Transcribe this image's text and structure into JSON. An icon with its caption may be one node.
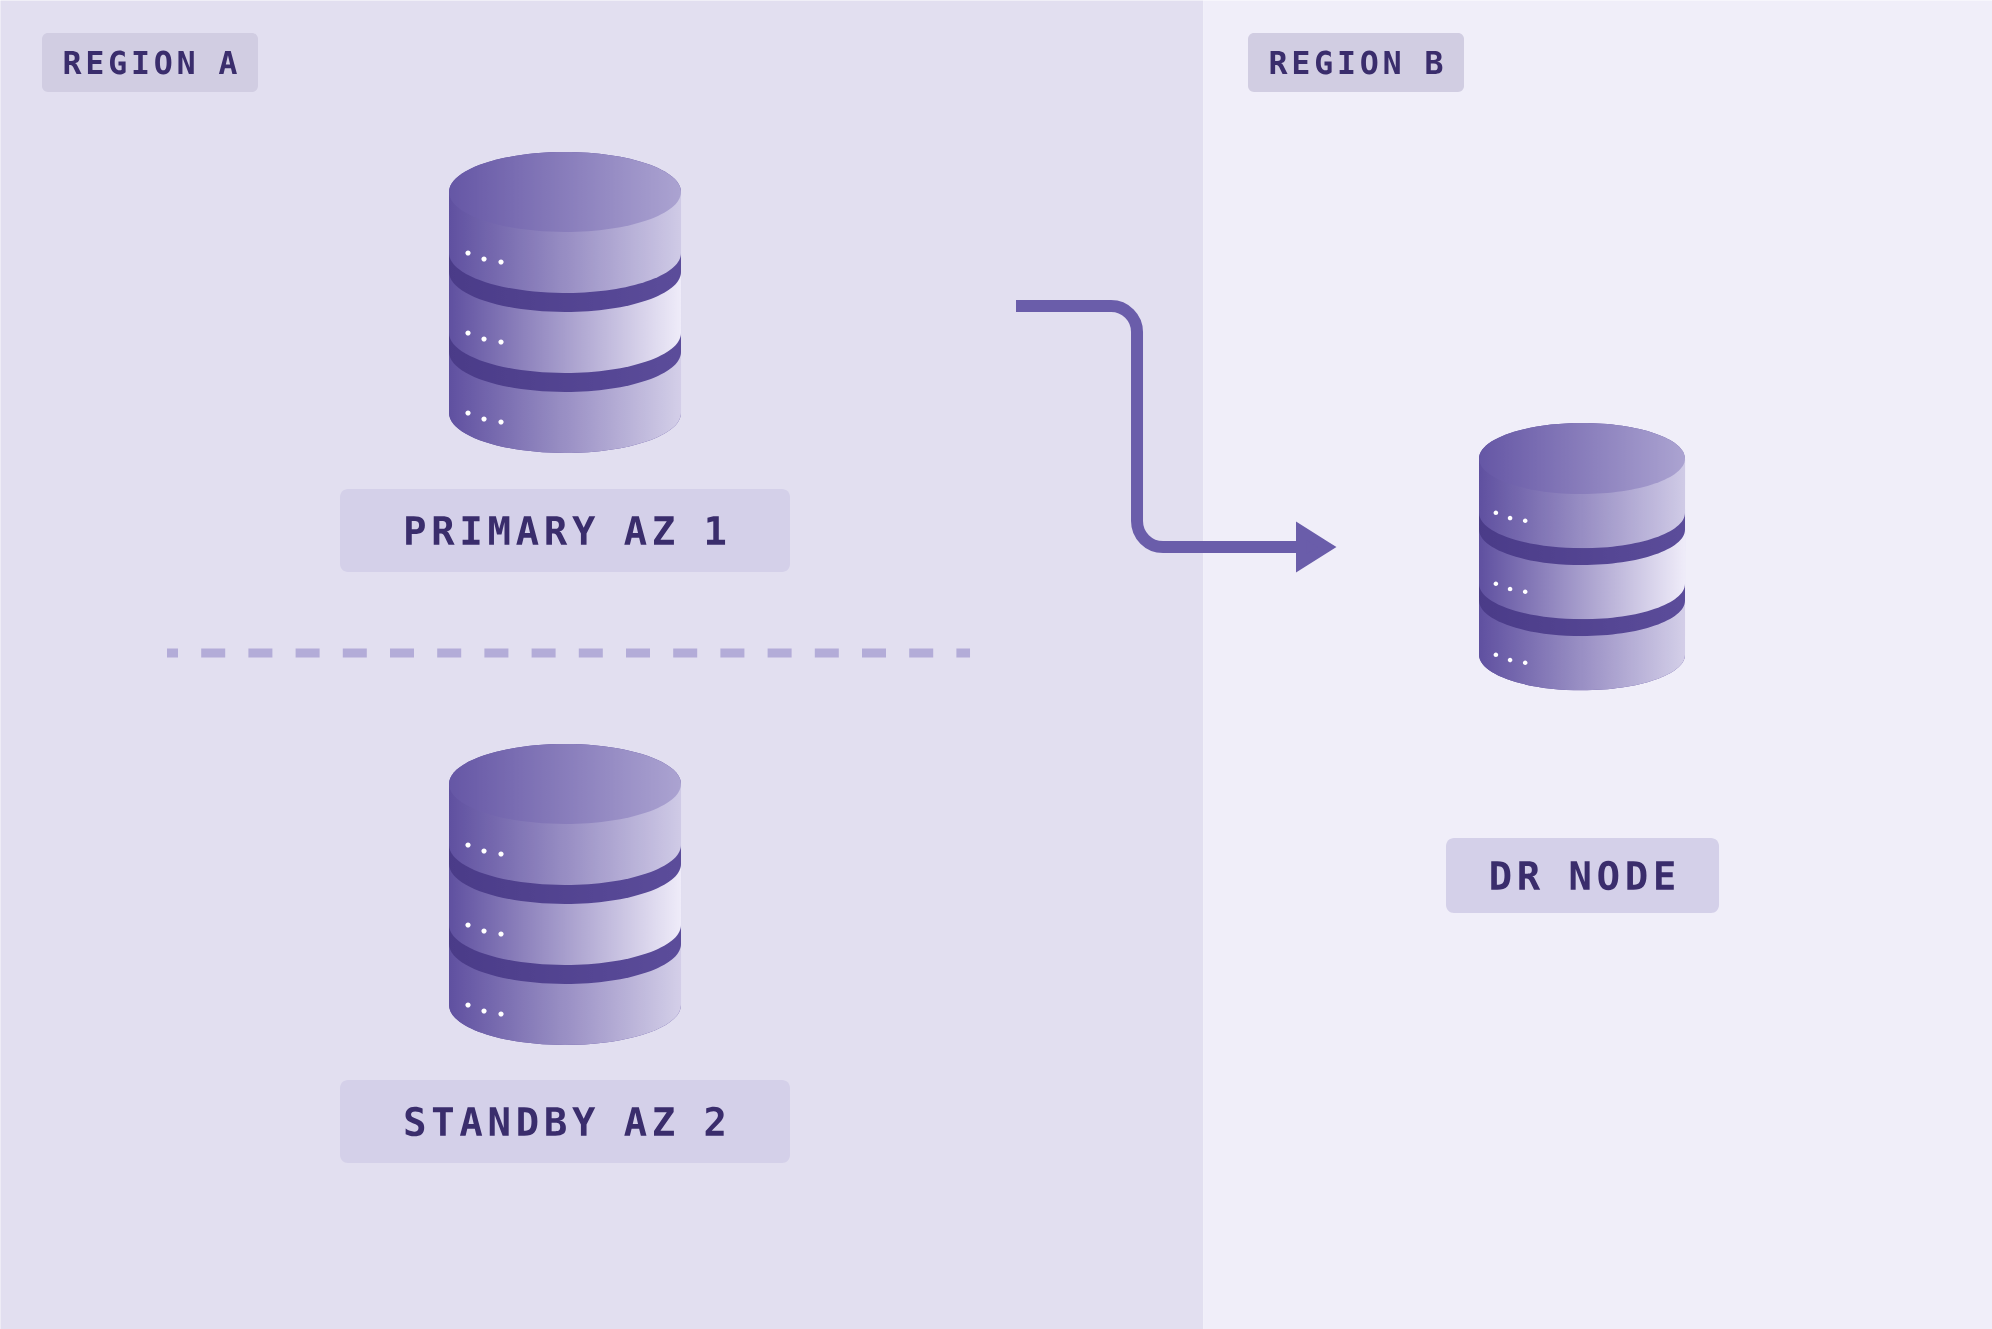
{
  "diagram": {
    "nodes": [
      {
        "text": [
          "REGION A"
        ]
      },
      {
        "text": [],
        "shape": "cylinder",
        "in": 0
      },
      {
        "text": [
          "PRIMARY AZ 1"
        ],
        "in": 0
      },
      {
        "text": [],
        "shape": "cylinder",
        "in": 0
      },
      {
        "text": [
          "STANDBY AZ 2"
        ],
        "in": 0
      },
      {
        "text": [
          "REGION B"
        ]
      },
      {
        "text": [],
        "shape": "cylinder",
        "in": 5
      },
      {
        "text": [
          "DR NODE"
        ],
        "in": 5
      }
    ]
  }
}
